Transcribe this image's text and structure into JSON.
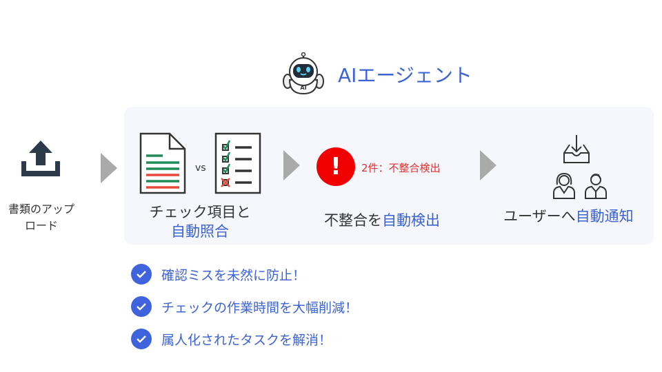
{
  "agent": {
    "title": "AIエージェント",
    "badge": "AI"
  },
  "upload": {
    "label_line1": "書類のアップ",
    "label_line2": "ロード"
  },
  "step1": {
    "vs": "vs",
    "label_line1": "チェック項目と",
    "label_line2": "自動照合"
  },
  "step2": {
    "count": "2件：不整合検出",
    "label_plain": "不整合を",
    "label_accent": "自動検出"
  },
  "step3": {
    "label_plain": "ユーザーへ",
    "label_accent": "自動通知"
  },
  "benefits": [
    "確認ミスを未然に防止！",
    "チェックの作業時間を大幅削減！",
    "属人化されたタスクを解消！"
  ],
  "colors": {
    "accent": "#3c63d2",
    "alert": "#f00000",
    "panel": "#f5f7fc"
  }
}
